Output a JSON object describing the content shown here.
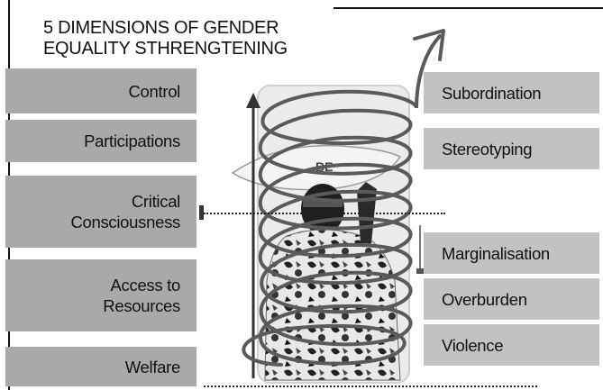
{
  "title": {
    "line1": "5 DIMENSIONS OF GENDER",
    "line2": "EQUALITY STHRENGTENING"
  },
  "dimensions_left": [
    {
      "label": "Control"
    },
    {
      "label": "Participations"
    },
    {
      "label_line1": "Critical",
      "label_line2": "Consciousness"
    },
    {
      "label_line1": "Access to",
      "label_line2": "Resources"
    },
    {
      "label": "Welfare"
    }
  ],
  "issues_right": [
    {
      "label": "Subordination"
    },
    {
      "label": "Stereotyping"
    },
    {
      "label": "Marginalisation"
    },
    {
      "label": "Overburden"
    },
    {
      "label": "Violence"
    }
  ],
  "colors": {
    "left_box": "#a9a9a9",
    "right_box": "#c2c2c2",
    "spiral": "#5a5a5a",
    "arrow": "#333333"
  },
  "icons": {
    "center_image": "woman-carrying-load-on-head-photo",
    "spiral": "upward-spiral-arrow",
    "vertical_arrow": "up-arrow"
  }
}
